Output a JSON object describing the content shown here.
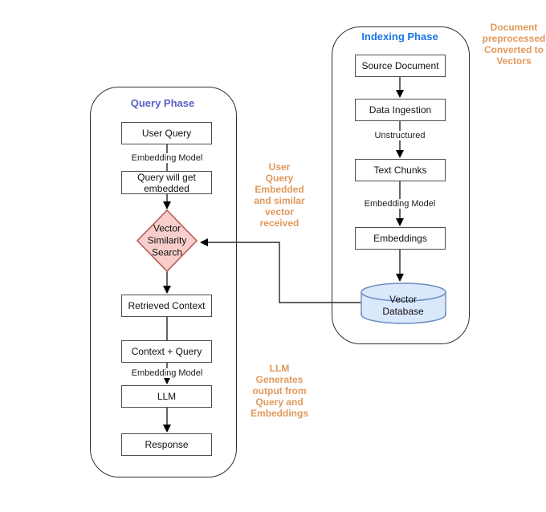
{
  "query_phase": {
    "title": "Query Phase",
    "nodes": {
      "user_query": "User Query",
      "embedding_model_label_1": "Embedding Model",
      "query_embedded": "Query will get\nembedded",
      "vector_similarity_search": "Vector\nSimilarity\nSearch",
      "retrieved_context": "Retrieved Context",
      "context_query": "Context + Query",
      "embedding_model_label_2": "Embedding Model",
      "llm": "LLM",
      "response": "Response"
    }
  },
  "indexing_phase": {
    "title": "Indexing Phase",
    "nodes": {
      "source_document": "Source Document",
      "data_ingestion": "Data Ingestion",
      "unstructured_label": "Unstructured",
      "text_chunks": "Text Chunks",
      "embedding_model_label": "Embedding Model",
      "embeddings": "Embeddings",
      "vector_database": "Vector\nDatabase"
    }
  },
  "annotations": {
    "top_right": "Document\npreprocessed\nConverted to\nVectors",
    "middle": "User\nQuery\nEmbedded\nand similar\nvector\nreceived",
    "bottom": "LLM\nGenerates\noutput from\nQuery and\nEmbeddings"
  },
  "colors": {
    "query_title": "#5B5FC7",
    "indexing_title": "#1A73E8",
    "annotation_orange": "#E0995C",
    "diamond_fill": "#F8CECC",
    "diamond_stroke": "#B85450",
    "cylinder_fill": "#DAE8FC",
    "cylinder_stroke": "#6C8EBF",
    "connector": "#000000"
  }
}
